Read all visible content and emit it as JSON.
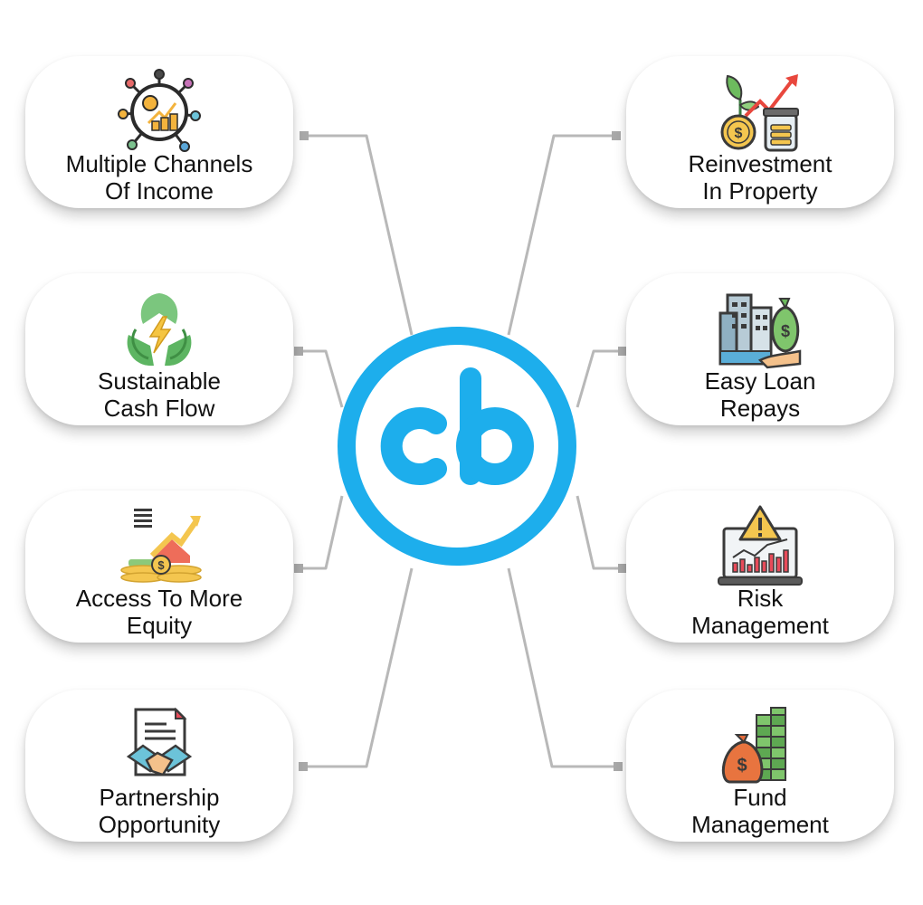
{
  "hub": {
    "logo_icon": "cb-logo-icon",
    "color": "#1DAEEC"
  },
  "colors": {
    "connector": "#b8b8b8",
    "card_background": "#ffffff",
    "text": "#111111"
  },
  "cards": {
    "multiple_channels": {
      "line1": "Multiple Channels",
      "line2": "Of Income",
      "icon": "income-channels-icon"
    },
    "sustainable_cash_flow": {
      "line1": "Sustainable",
      "line2": "Cash Flow",
      "icon": "eco-energy-icon"
    },
    "access_equity": {
      "line1": "Access To More",
      "line2": "Equity",
      "icon": "equity-growth-icon"
    },
    "partnership": {
      "line1": "Partnership",
      "line2": "Opportunity",
      "icon": "handshake-contract-icon"
    },
    "reinvestment": {
      "line1": "Reinvestment",
      "line2": "In Property",
      "icon": "investment-growth-icon"
    },
    "easy_loan": {
      "line1": "Easy Loan",
      "line2": "Repays",
      "icon": "building-money-bag-icon"
    },
    "risk_management": {
      "line1": "Risk",
      "line2": "Management",
      "icon": "warning-chart-icon"
    },
    "fund_management": {
      "line1": "Fund",
      "line2": "Management",
      "icon": "money-bag-cash-icon"
    }
  }
}
